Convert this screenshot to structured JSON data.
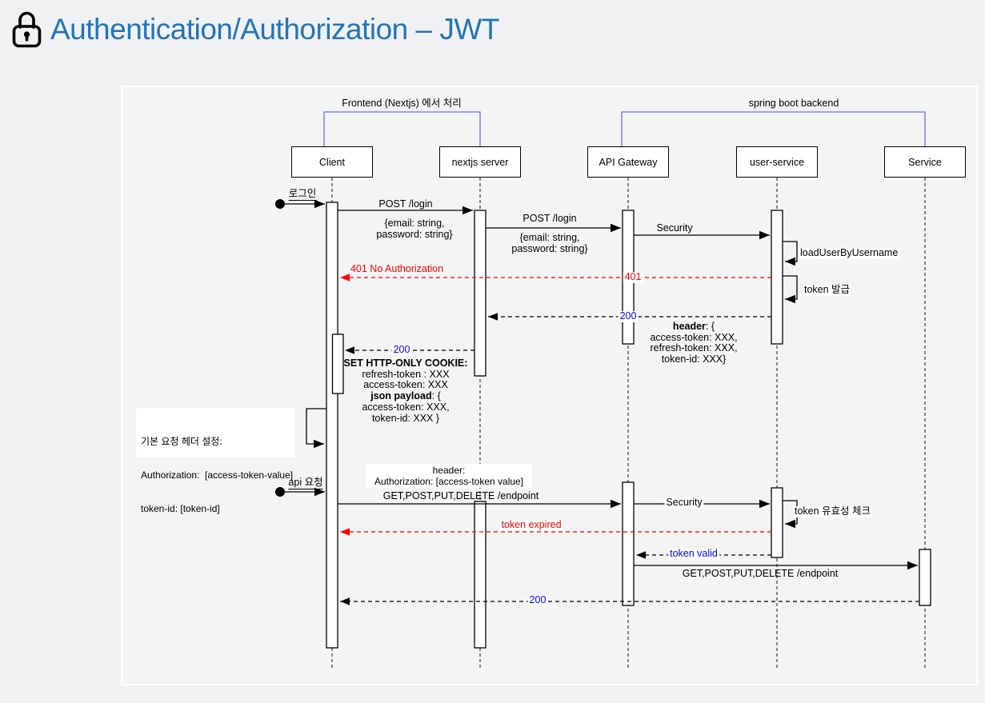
{
  "title": "Authentication/Authorization – JWT",
  "colors": {
    "title_blue": "#2374b5",
    "group_bracket": "#6b6bff",
    "error_red": "#ff0000",
    "status_blue": "#0000ff"
  },
  "groups": {
    "frontend": "Frontend (Nextjs) 에서 처리",
    "backend": "spring boot backend"
  },
  "actors": {
    "client": "Client",
    "nextjs": "nextjs server",
    "gateway": "API Gateway",
    "user_service": "user-service",
    "service": "Service"
  },
  "messages": {
    "login_trigger": "로그인",
    "post_login": "POST /login",
    "login_body_l1": "{email: string,",
    "login_body_l2": "password: string}",
    "security": "Security",
    "load_user": "loadUserByUsername",
    "auth_fail": "401 No Authorization",
    "code_401": "401",
    "token_issue": "token 발급",
    "code_200": "200",
    "api_trigger": "api 요청",
    "get_endpoint": "GET,POST,PUT,DELETE /endpoint",
    "token_check": "token 유효성 체크",
    "token_expired": "token expired",
    "token_valid": "token valid"
  },
  "notes": {
    "header_resp_title": "header",
    "header_resp_open": ": {",
    "header_resp_l2": "access-token: XXX,",
    "header_resp_l3": "refresh-token: XXX,",
    "header_resp_l4": "token-id: XXX}",
    "cookie_l1": "SET HTTP-ONLY COOKIE:",
    "cookie_l2": "refresh-token : XXX",
    "cookie_l3": "access-token: XXX",
    "cookie_l4_bold": "json payload",
    "cookie_l4_rest": ": {",
    "cookie_l5": "access-token: XXX,",
    "cookie_l6": "token-id: XXX }",
    "config_l1": "기본 요청 헤더 설정:",
    "config_l2": "Authorization:  [access-token-value]",
    "config_l3": "token-id: [token-id]",
    "req_header_l1": "header:",
    "req_header_l2": "Authorization: [access-token value]"
  }
}
